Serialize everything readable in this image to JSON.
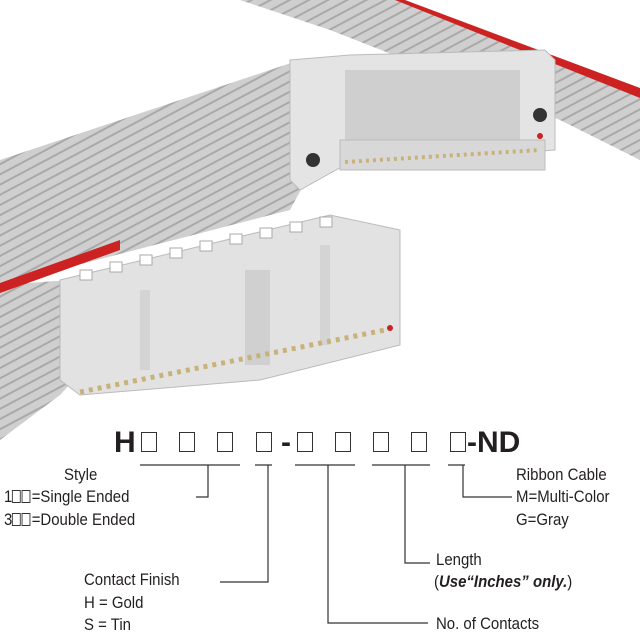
{
  "part_number": {
    "prefix": "H",
    "separator": "-",
    "suffix": "-ND",
    "placeholder_count_first": 4,
    "placeholder_count_second": 5
  },
  "style": {
    "title": "Style",
    "option1_code": "1",
    "option1_label": "=Single Ended",
    "option2_code": "3",
    "option2_label": "=Double Ended"
  },
  "contact_finish": {
    "title": "Contact Finish",
    "option1": "H = Gold",
    "option2": "S = Tin"
  },
  "contacts": {
    "title": "No. of Contacts"
  },
  "length": {
    "title": "Length",
    "note_open": "(",
    "note_bold": "Use“Inches” only.",
    "note_close": ")"
  },
  "ribbon": {
    "title": "Ribbon Cable",
    "option1": "M=Multi-Color",
    "option2": "G=Gray"
  },
  "colors": {
    "cable": "#c9c9c9",
    "stripe": "#cc2222",
    "connector": "#e2e2e2",
    "line": "#333333"
  }
}
